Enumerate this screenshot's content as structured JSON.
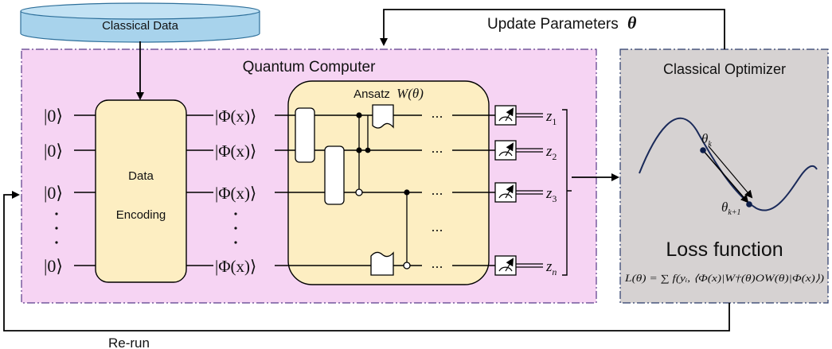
{
  "classical_data": {
    "label": "Classical Data"
  },
  "feedback": {
    "update_label": "Update Parameters",
    "theta": "θ",
    "rerun_label": "Re-run"
  },
  "quantum_computer": {
    "title": "Quantum Computer",
    "encoding": {
      "line1": "Data",
      "line2": "Encoding"
    },
    "ansatz": {
      "label": "Ansatz",
      "func": "W(θ)"
    },
    "input_state": "|0⟩",
    "encoded_state": "|Φ(x)⟩",
    "dots": "...",
    "outputs": [
      {
        "base": "z",
        "sub": "1"
      },
      {
        "base": "z",
        "sub": "2"
      },
      {
        "base": "z",
        "sub": "3"
      },
      {
        "base": "z",
        "sub": "n"
      }
    ]
  },
  "classical_optimizer": {
    "title": "Classical Optimizer",
    "theta_k": {
      "base": "θ",
      "sub": "k"
    },
    "theta_k1": {
      "base": "θ",
      "sub": "k+1"
    },
    "loss_title": "Loss function",
    "loss_formula": "L(θ) = ∑ f(yᵢ, ⟨Φ(x)|W†(θ)OW(θ)|Φ(x)⟩)"
  },
  "colors": {
    "quantum_bg": "#f6d4f3",
    "optimizer_bg": "#d6d2d2",
    "encoding_bg": "#fdeec2",
    "cylinder": "#a8d3ec"
  }
}
